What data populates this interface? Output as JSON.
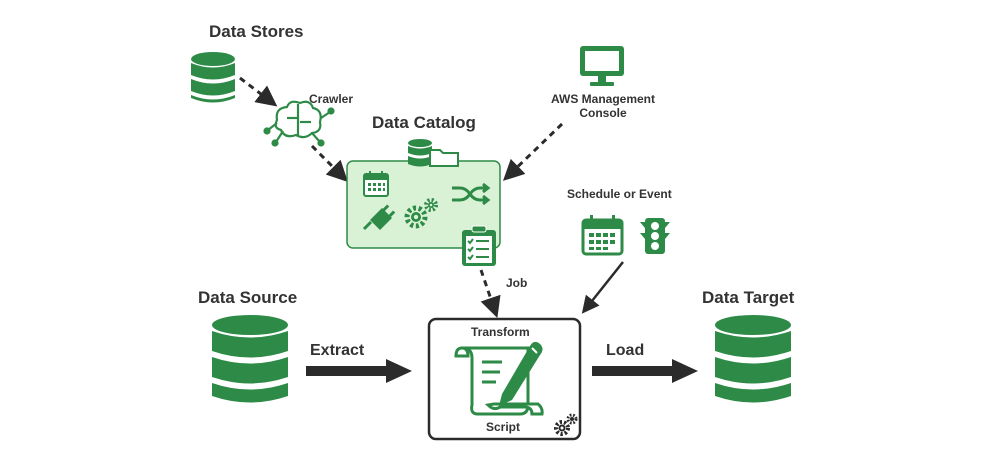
{
  "labels": {
    "data_stores": "Data Stores",
    "crawler": "Crawler",
    "data_catalog": "Data Catalog",
    "aws_console_line1": "AWS Management",
    "aws_console_line2": "Console",
    "schedule_event": "Schedule or Event",
    "job": "Job",
    "data_source": "Data Source",
    "data_target": "Data Target",
    "extract": "Extract",
    "load": "Load",
    "transform": "Transform",
    "script": "Script"
  },
  "colors": {
    "green": "#2e8b47",
    "light_green": "#d9f2d6",
    "text": "#333333",
    "arrow": "#2b2b2b"
  },
  "icons": [
    "database-icon",
    "crawler-brain-icon",
    "monitor-icon",
    "folder-icon",
    "calendar-icon",
    "shuffle-icon",
    "plug-icon",
    "gears-icon",
    "clipboard-checklist-icon",
    "traffic-light-icon",
    "script-pen-icon"
  ]
}
